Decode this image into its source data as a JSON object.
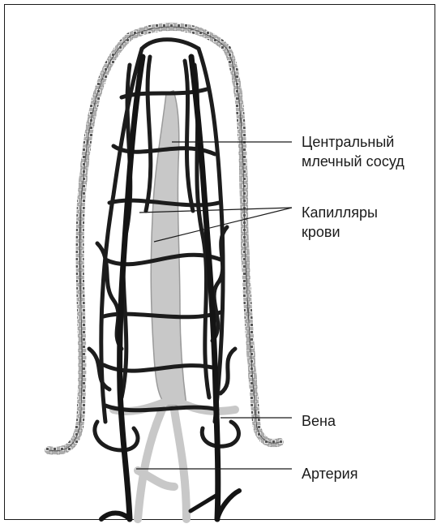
{
  "labels": {
    "central_vessel": [
      "Центральный",
      "млечный сосуд"
    ],
    "capillaries": [
      "Капилляры",
      "крови"
    ],
    "vein": "Вена",
    "artery": "Артерия"
  },
  "colors": {
    "vessel": "#1c1c1c",
    "lacteal": "#c8c8c8",
    "epithelium": "#8a8a8a",
    "leader_line": "#1a1a1a"
  }
}
